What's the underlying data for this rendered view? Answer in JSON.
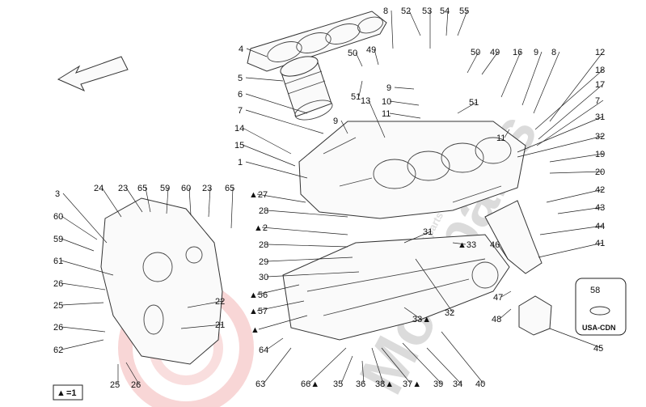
{
  "watermark": {
    "brand": "Motoparts",
    "sub": "Original Ferrari parts Specialist"
  },
  "legend": {
    "symbol": "▲",
    "text": "=1"
  },
  "note": {
    "number": "58",
    "code": "USA-CDN"
  },
  "callouts": [
    {
      "id": "c-4",
      "text": "4"
    },
    {
      "id": "c-5",
      "text": "5"
    },
    {
      "id": "c-6",
      "text": "6"
    },
    {
      "id": "c-7a",
      "text": "7"
    },
    {
      "id": "c-14",
      "text": "14"
    },
    {
      "id": "c-15",
      "text": "15"
    },
    {
      "id": "c-1",
      "text": "1"
    },
    {
      "id": "c-8a",
      "text": "8"
    },
    {
      "id": "c-52",
      "text": "52"
    },
    {
      "id": "c-53",
      "text": "53"
    },
    {
      "id": "c-54",
      "text": "54"
    },
    {
      "id": "c-55",
      "text": "55"
    },
    {
      "id": "c-50a",
      "text": "50"
    },
    {
      "id": "c-49a",
      "text": "49"
    },
    {
      "id": "c-51a",
      "text": "51"
    },
    {
      "id": "c-9a",
      "text": "9"
    },
    {
      "id": "c-10",
      "text": "10"
    },
    {
      "id": "c-11a",
      "text": "11"
    },
    {
      "id": "c-13",
      "text": "13"
    },
    {
      "id": "c-9b",
      "text": "9"
    },
    {
      "id": "c-50b",
      "text": "50"
    },
    {
      "id": "c-49b",
      "text": "49"
    },
    {
      "id": "c-16",
      "text": "16"
    },
    {
      "id": "c-9c",
      "text": "9"
    },
    {
      "id": "c-8b",
      "text": "8"
    },
    {
      "id": "c-51b",
      "text": "51"
    },
    {
      "id": "c-11b",
      "text": "11"
    },
    {
      "id": "c-12",
      "text": "12"
    },
    {
      "id": "c-18",
      "text": "18"
    },
    {
      "id": "c-17",
      "text": "17"
    },
    {
      "id": "c-7b",
      "text": "7"
    },
    {
      "id": "c-31a",
      "text": "31"
    },
    {
      "id": "c-32a",
      "text": "32"
    },
    {
      "id": "c-19",
      "text": "19"
    },
    {
      "id": "c-20",
      "text": "20"
    },
    {
      "id": "c-42",
      "text": "42"
    },
    {
      "id": "c-43",
      "text": "43"
    },
    {
      "id": "c-44",
      "text": "44"
    },
    {
      "id": "c-41",
      "text": "41"
    },
    {
      "id": "c-3",
      "text": "3"
    },
    {
      "id": "c-24",
      "text": "24"
    },
    {
      "id": "c-23a",
      "text": "23"
    },
    {
      "id": "c-65a",
      "text": "65"
    },
    {
      "id": "c-59a",
      "text": "59"
    },
    {
      "id": "c-60a",
      "text": "60"
    },
    {
      "id": "c-23b",
      "text": "23"
    },
    {
      "id": "c-65b",
      "text": "65"
    },
    {
      "id": "c-60b",
      "text": "60"
    },
    {
      "id": "c-59b",
      "text": "59"
    },
    {
      "id": "c-61",
      "text": "61"
    },
    {
      "id": "c-26a",
      "text": "26"
    },
    {
      "id": "c-25a",
      "text": "25"
    },
    {
      "id": "c-26b",
      "text": "26"
    },
    {
      "id": "c-62",
      "text": "62"
    },
    {
      "id": "c-25b",
      "text": "25"
    },
    {
      "id": "c-26c",
      "text": "26"
    },
    {
      "id": "c-27",
      "text": "▲27"
    },
    {
      "id": "c-28a",
      "text": "28"
    },
    {
      "id": "c-2",
      "text": "▲2"
    },
    {
      "id": "c-28b",
      "text": "28"
    },
    {
      "id": "c-29",
      "text": "29"
    },
    {
      "id": "c-30",
      "text": "30"
    },
    {
      "id": "c-56",
      "text": "▲56"
    },
    {
      "id": "c-57",
      "text": "▲57"
    },
    {
      "id": "c-tri",
      "text": "▲"
    },
    {
      "id": "c-22",
      "text": "22"
    },
    {
      "id": "c-21",
      "text": "21"
    },
    {
      "id": "c-64",
      "text": "64"
    },
    {
      "id": "c-31b",
      "text": "31"
    },
    {
      "id": "c-33a",
      "text": "▲33"
    },
    {
      "id": "c-32b",
      "text": "32"
    },
    {
      "id": "c-33b",
      "text": "33▲"
    },
    {
      "id": "c-46",
      "text": "46"
    },
    {
      "id": "c-47",
      "text": "47"
    },
    {
      "id": "c-48",
      "text": "48"
    },
    {
      "id": "c-45",
      "text": "45"
    },
    {
      "id": "c-63",
      "text": "63"
    },
    {
      "id": "c-66",
      "text": "66▲"
    },
    {
      "id": "c-35",
      "text": "35"
    },
    {
      "id": "c-36",
      "text": "36"
    },
    {
      "id": "c-38",
      "text": "38▲"
    },
    {
      "id": "c-37",
      "text": "37▲"
    },
    {
      "id": "c-39",
      "text": "39"
    },
    {
      "id": "c-34",
      "text": "34"
    },
    {
      "id": "c-40",
      "text": "40"
    }
  ]
}
